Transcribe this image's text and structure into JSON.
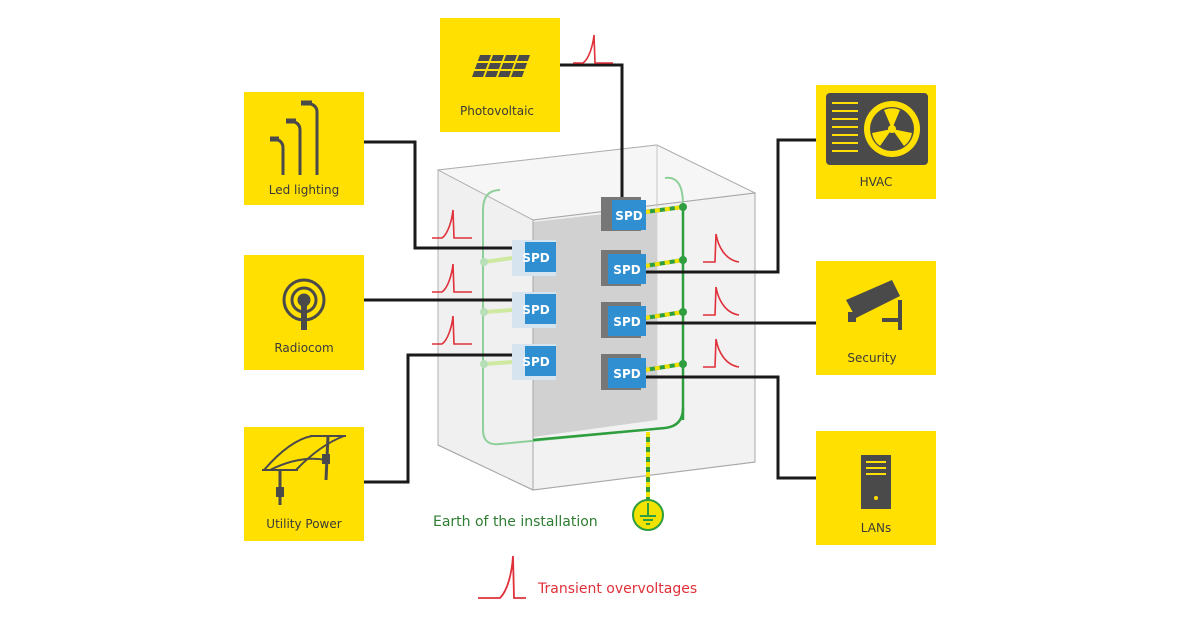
{
  "colors": {
    "box_yellow": "#FFE000",
    "wire": "#1a1a1a",
    "spd_blue": "#2f8fd0",
    "earth_green": "#2e9e3e",
    "pulse_red": "#e0303a",
    "icon_gray": "#4a4a4a"
  },
  "devices": [
    {
      "id": "photovoltaic",
      "label": "Photovoltaic",
      "icon": "solar-panel-icon"
    },
    {
      "id": "led",
      "label": "Led lighting",
      "icon": "street-lamp-icon"
    },
    {
      "id": "radiocom",
      "label": "Radiocom",
      "icon": "antenna-icon"
    },
    {
      "id": "utility",
      "label": "Utility Power",
      "icon": "power-pylon-icon"
    },
    {
      "id": "hvac",
      "label": "HVAC",
      "icon": "fan-icon"
    },
    {
      "id": "security",
      "label": "Security",
      "icon": "cctv-camera-icon"
    },
    {
      "id": "lans",
      "label": "LANs",
      "icon": "server-icon"
    }
  ],
  "spd_label": "SPD",
  "earth_label": "Earth of the installation",
  "legend": {
    "pulse_label": "Transient overvoltages"
  }
}
